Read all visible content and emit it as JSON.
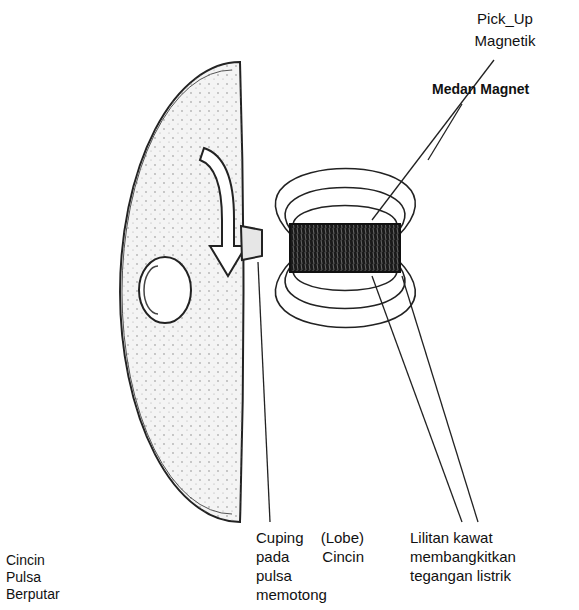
{
  "diagram": {
    "labels": [
      "Pick_Up Magnetik",
      "Medan Magnet",
      "Cuping (Lobe) pada Cincin pulsa memotong",
      "Lilitan kawat membangkitkan tegangan listrik",
      "Cincin Pulsa Berputar"
    ]
  }
}
